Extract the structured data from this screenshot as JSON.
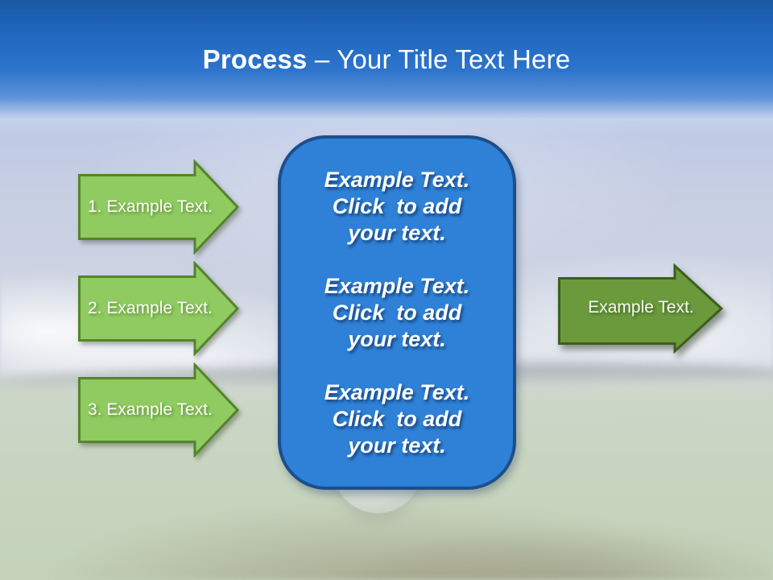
{
  "header": {
    "title_bold": "Process",
    "title_rest": "– Your Title Text Here"
  },
  "left_arrows": [
    {
      "label": "1. Example Text."
    },
    {
      "label": "2. Example Text."
    },
    {
      "label": "3. Example Text."
    }
  ],
  "center_box": {
    "blocks": [
      {
        "lines": [
          "Example Text.",
          "Click  to add",
          "your text."
        ]
      },
      {
        "lines": [
          "Example Text.",
          "Click  to add",
          "your text."
        ]
      },
      {
        "lines": [
          "Example Text.",
          "Click  to add",
          "your text."
        ]
      }
    ]
  },
  "right_arrow": {
    "label": "Example Text."
  },
  "palette": {
    "arrow_green": "#8fcb60",
    "arrow_green_border": "#55842c",
    "arrow_dark_green": "#6a9a3c",
    "arrow_dark_green_border": "#3c5e1e",
    "panel_blue": "#2e81d6",
    "panel_blue_border": "#1d4e8c",
    "header_blue_top": "#1a58a4",
    "header_blue_mid": "#2d74cd",
    "title_text": "#ffffff"
  }
}
